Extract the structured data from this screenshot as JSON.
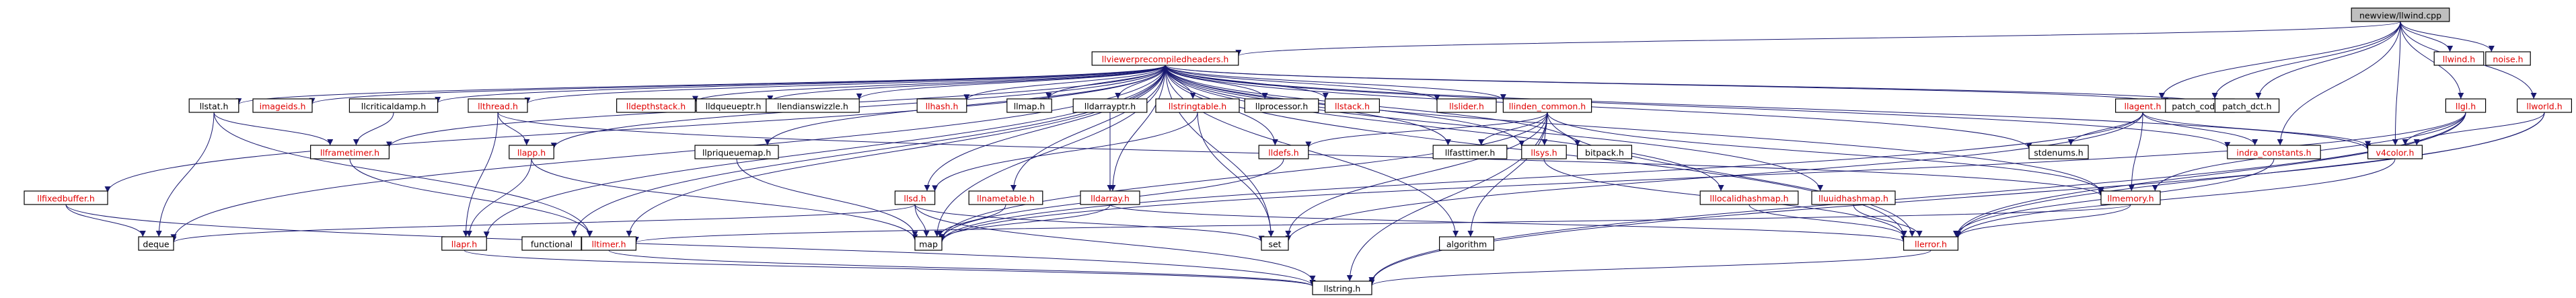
{
  "graph": {
    "root": "newview/llwind.cpp",
    "nodes": [
      {
        "id": "root",
        "label": "newview/llwind.cpp",
        "linked": false,
        "root": true
      },
      {
        "id": "pch",
        "label": "llviewerprecompiledheaders.h",
        "linked": true
      },
      {
        "id": "llwind",
        "label": "llwind.h",
        "linked": true
      },
      {
        "id": "noise",
        "label": "noise.h",
        "linked": true
      },
      {
        "id": "llworld",
        "label": "llworld.h",
        "linked": true
      },
      {
        "id": "llgl",
        "label": "llgl.h",
        "linked": true
      },
      {
        "id": "llagent",
        "label": "llagent.h",
        "linked": true
      },
      {
        "id": "patch_code",
        "label": "patch_code.h",
        "linked": false
      },
      {
        "id": "patch_dct",
        "label": "patch_dct.h",
        "linked": false
      },
      {
        "id": "llfixedbuffer",
        "label": "llfixedbuffer.h",
        "linked": true
      },
      {
        "id": "llstat",
        "label": "llstat.h",
        "linked": false
      },
      {
        "id": "imageids",
        "label": "imageids.h",
        "linked": true
      },
      {
        "id": "llcriticaldamp",
        "label": "llcriticaldamp.h",
        "linked": false
      },
      {
        "id": "llthread",
        "label": "llthread.h",
        "linked": true
      },
      {
        "id": "lldepthstack",
        "label": "lldepthstack.h",
        "linked": true
      },
      {
        "id": "lldqueueptr",
        "label": "lldqueueptr.h",
        "linked": false
      },
      {
        "id": "llendianswizzle",
        "label": "llendianswizzle.h",
        "linked": false
      },
      {
        "id": "llhash",
        "label": "llhash.h",
        "linked": true
      },
      {
        "id": "llmap",
        "label": "llmap.h",
        "linked": false
      },
      {
        "id": "lldarrayptr",
        "label": "lldarrayptr.h",
        "linked": false
      },
      {
        "id": "llstringtable",
        "label": "llstringtable.h",
        "linked": true
      },
      {
        "id": "llprocessor",
        "label": "llprocessor.h",
        "linked": false
      },
      {
        "id": "llstack",
        "label": "llstack.h",
        "linked": true
      },
      {
        "id": "llslider",
        "label": "llslider.h",
        "linked": true
      },
      {
        "id": "lldcommon",
        "label": "llinden_common.h",
        "linked": true
      },
      {
        "id": "llframetimer",
        "label": "llframetimer.h",
        "linked": true
      },
      {
        "id": "llapp",
        "label": "llapp.h",
        "linked": true
      },
      {
        "id": "llpriqueuemap",
        "label": "llpriqueuemap.h",
        "linked": false
      },
      {
        "id": "llsd",
        "label": "llsd.h",
        "linked": true
      },
      {
        "id": "llnametable",
        "label": "llnametable.h",
        "linked": true
      },
      {
        "id": "lldarray",
        "label": "lldarray.h",
        "linked": true
      },
      {
        "id": "lldefs",
        "label": "lldefs.h",
        "linked": true
      },
      {
        "id": "llfasttimer",
        "label": "llfasttimer.h",
        "linked": false
      },
      {
        "id": "llsys",
        "label": "llsys.h",
        "linked": true
      },
      {
        "id": "bitpack",
        "label": "bitpack.h",
        "linked": false
      },
      {
        "id": "lllocalidhashmap",
        "label": "lllocalidhashmap.h",
        "linked": true
      },
      {
        "id": "lluuidhashmap",
        "label": "lluuidhashmap.h",
        "linked": true
      },
      {
        "id": "stdenums",
        "label": "stdenums.h",
        "linked": false
      },
      {
        "id": "llmemory",
        "label": "llmemory.h",
        "linked": true
      },
      {
        "id": "indra_constants",
        "label": "indra_constants.h",
        "linked": true
      },
      {
        "id": "v4color",
        "label": "v4color.h",
        "linked": true
      },
      {
        "id": "deque",
        "label": "deque",
        "linked": false
      },
      {
        "id": "functional",
        "label": "functional",
        "linked": false
      },
      {
        "id": "llapr",
        "label": "llapr.h",
        "linked": true
      },
      {
        "id": "lltimer",
        "label": "lltimer.h",
        "linked": true
      },
      {
        "id": "map",
        "label": "map",
        "linked": false
      },
      {
        "id": "set",
        "label": "set",
        "linked": false
      },
      {
        "id": "algorithm",
        "label": "algorithm",
        "linked": false
      },
      {
        "id": "llerror",
        "label": "llerror.h",
        "linked": true
      },
      {
        "id": "llstring",
        "label": "llstring.h",
        "linked": false
      }
    ],
    "edges": [
      [
        "root",
        "pch"
      ],
      [
        "root",
        "llwind"
      ],
      [
        "root",
        "noise"
      ],
      [
        "root",
        "llworld"
      ],
      [
        "root",
        "llgl"
      ],
      [
        "root",
        "llagent"
      ],
      [
        "root",
        "patch_code"
      ],
      [
        "root",
        "patch_dct"
      ],
      [
        "root",
        "v4color"
      ],
      [
        "root",
        "indra_constants"
      ],
      [
        "pch",
        "llfixedbuffer"
      ],
      [
        "pch",
        "llstat"
      ],
      [
        "pch",
        "imageids"
      ],
      [
        "pch",
        "llcriticaldamp"
      ],
      [
        "pch",
        "llthread"
      ],
      [
        "pch",
        "lldepthstack"
      ],
      [
        "pch",
        "lldqueueptr"
      ],
      [
        "pch",
        "llendianswizzle"
      ],
      [
        "pch",
        "llhash"
      ],
      [
        "pch",
        "llmap"
      ],
      [
        "pch",
        "lldarrayptr"
      ],
      [
        "pch",
        "llstringtable"
      ],
      [
        "pch",
        "llprocessor"
      ],
      [
        "pch",
        "llstack"
      ],
      [
        "pch",
        "llslider"
      ],
      [
        "pch",
        "lldcommon"
      ],
      [
        "pch",
        "llsd"
      ],
      [
        "pch",
        "llnametable"
      ],
      [
        "pch",
        "lldarray"
      ],
      [
        "pch",
        "llpriqueuemap"
      ],
      [
        "pch",
        "llframetimer"
      ],
      [
        "pch",
        "llapp"
      ],
      [
        "pch",
        "lldefs"
      ],
      [
        "pch",
        "llfasttimer"
      ],
      [
        "pch",
        "llsys"
      ],
      [
        "pch",
        "bitpack"
      ],
      [
        "pch",
        "lllocalidhashmap"
      ],
      [
        "pch",
        "lluuidhashmap"
      ],
      [
        "pch",
        "stdenums"
      ],
      [
        "pch",
        "llmemory"
      ],
      [
        "pch",
        "indra_constants"
      ],
      [
        "pch",
        "v4color"
      ],
      [
        "pch",
        "patch_code"
      ],
      [
        "pch",
        "patch_dct"
      ],
      [
        "pch",
        "deque"
      ],
      [
        "pch",
        "map"
      ],
      [
        "pch",
        "set"
      ],
      [
        "pch",
        "algorithm"
      ],
      [
        "pch",
        "llerror"
      ],
      [
        "pch",
        "llapr"
      ],
      [
        "pch",
        "lltimer"
      ],
      [
        "pch",
        "functional"
      ],
      [
        "llfixedbuffer",
        "deque"
      ],
      [
        "llfixedbuffer",
        "llstring"
      ],
      [
        "llstat",
        "deque"
      ],
      [
        "llstat",
        "llframetimer"
      ],
      [
        "llstat",
        "lltimer"
      ],
      [
        "llcriticaldamp",
        "llframetimer"
      ],
      [
        "llthread",
        "llapp"
      ],
      [
        "llthread",
        "llapr"
      ],
      [
        "llthread",
        "llmemory"
      ],
      [
        "llframetimer",
        "lltimer"
      ],
      [
        "llapp",
        "map"
      ],
      [
        "llapp",
        "llapr"
      ],
      [
        "lldarrayptr",
        "lldarray"
      ],
      [
        "llstringtable",
        "llsd"
      ],
      [
        "llstringtable",
        "set"
      ],
      [
        "llsd",
        "map"
      ],
      [
        "llsd",
        "deque"
      ],
      [
        "llsd",
        "set"
      ],
      [
        "llsd",
        "llstring"
      ],
      [
        "llnametable",
        "map"
      ],
      [
        "lldarray",
        "map"
      ],
      [
        "lldarray",
        "llerror"
      ],
      [
        "lldcommon",
        "llfasttimer"
      ],
      [
        "lldcommon",
        "llsys"
      ],
      [
        "lldcommon",
        "llerror"
      ],
      [
        "lldcommon",
        "lldefs"
      ],
      [
        "lldcommon",
        "llmemory"
      ],
      [
        "lldcommon",
        "map"
      ],
      [
        "lldcommon",
        "set"
      ],
      [
        "lldcommon",
        "algorithm"
      ],
      [
        "lldcommon",
        "llstring"
      ],
      [
        "lldefs",
        "map"
      ],
      [
        "llsys",
        "llerror"
      ],
      [
        "lllocalidhashmap",
        "llerror"
      ],
      [
        "lluuidhashmap",
        "llerror"
      ],
      [
        "llagent",
        "llmemory"
      ],
      [
        "llagent",
        "indra_constants"
      ],
      [
        "llagent",
        "stdenums"
      ],
      [
        "llagent",
        "v4color"
      ],
      [
        "llagent",
        "map"
      ],
      [
        "llagent",
        "set"
      ],
      [
        "llgl",
        "v4color"
      ],
      [
        "llgl",
        "llerror"
      ],
      [
        "llgl",
        "llstring"
      ],
      [
        "llgl",
        "map"
      ],
      [
        "llgl",
        "llmemory"
      ],
      [
        "llworld",
        "llerror"
      ],
      [
        "llworld",
        "v4color"
      ],
      [
        "llworld",
        "llstring"
      ],
      [
        "llmemory",
        "llerror"
      ],
      [
        "llmemory",
        "lltimer"
      ],
      [
        "v4color",
        "llerror"
      ],
      [
        "indra_constants",
        "llerror"
      ],
      [
        "llpriqueuemap",
        "map"
      ],
      [
        "llerror",
        "llstring"
      ],
      [
        "llapr",
        "llstring"
      ],
      [
        "lltimer",
        "llstring"
      ]
    ]
  }
}
